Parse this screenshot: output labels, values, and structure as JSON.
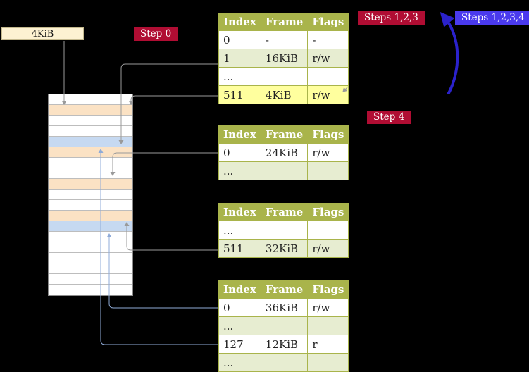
{
  "badges": {
    "step0": {
      "label": "Step 0"
    },
    "steps123": {
      "label": "Steps 1,2,3"
    },
    "steps1234": {
      "label": "Steps 1,2,3,4"
    },
    "step4": {
      "label": "Step 4"
    }
  },
  "memory": {
    "frame_label": "4KiB",
    "rows": [
      "white",
      "peach",
      "white",
      "white",
      "blue",
      "peach",
      "white",
      "white",
      "peach",
      "white",
      "white",
      "peach",
      "blue",
      "white",
      "white",
      "white",
      "white",
      "white",
      "white"
    ]
  },
  "tables": {
    "headers": [
      "Index",
      "Frame",
      "Flags"
    ],
    "list": [
      {
        "id": "level4",
        "highlight": 3,
        "rows": [
          [
            "0",
            "-",
            "-"
          ],
          [
            "1",
            "16KiB",
            "r/w"
          ],
          [
            "...",
            "",
            ""
          ],
          [
            "511",
            "4KiB",
            "r/w"
          ]
        ]
      },
      {
        "id": "level3",
        "highlight": -1,
        "rows": [
          [
            "0",
            "24KiB",
            "r/w"
          ],
          [
            "...",
            "",
            ""
          ]
        ]
      },
      {
        "id": "level2",
        "highlight": -1,
        "rows": [
          [
            "...",
            "",
            ""
          ],
          [
            "511",
            "32KiB",
            "r/w"
          ]
        ]
      },
      {
        "id": "level1",
        "highlight": -1,
        "rows": [
          [
            "0",
            "36KiB",
            "r/w"
          ],
          [
            "...",
            "",
            ""
          ],
          [
            "127",
            "12KiB",
            "r"
          ],
          [
            "...",
            "",
            ""
          ]
        ]
      }
    ]
  },
  "colors": {
    "crimson": "#b00d33",
    "blue_badge": "#4a3aee",
    "arrow_blue": "#2b22cc",
    "table_header": "#a9b44b",
    "row_alt": "#e7edd1",
    "highlight": "#ffff9e",
    "peach": "#fbe2c4",
    "light_blue": "#c6d9f1",
    "cream": "#fdf2d2"
  }
}
